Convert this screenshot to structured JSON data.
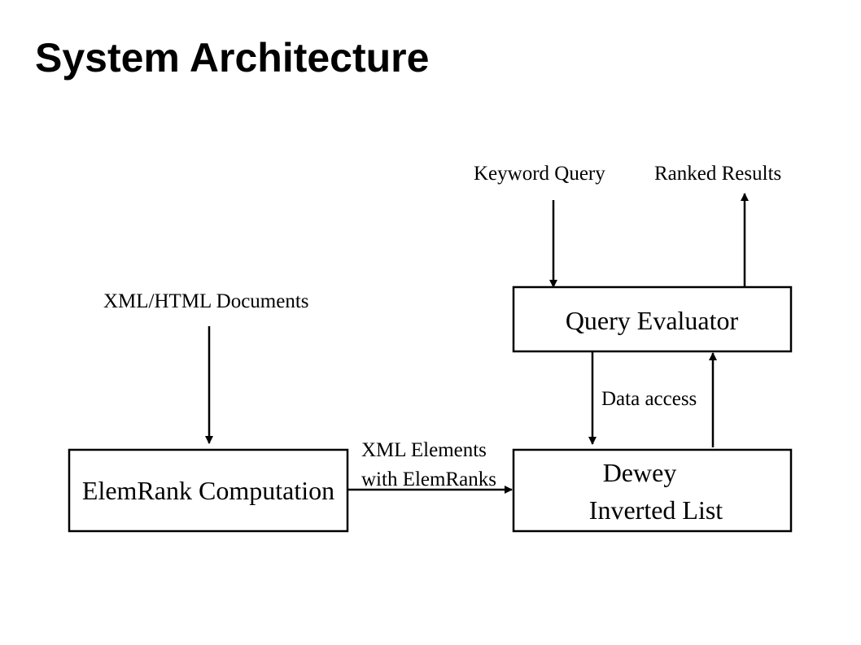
{
  "slide": {
    "title": "System Architecture"
  },
  "diagram": {
    "inputs": {
      "documents": "XML/HTML Documents",
      "keyword_query": "Keyword Query"
    },
    "outputs": {
      "ranked_results": "Ranked Results"
    },
    "nodes": {
      "query_evaluator": "Query Evaluator",
      "elemrank_computation": "ElemRank Computation",
      "inverted_list_line1": "Dewey",
      "inverted_list_line2": "Inverted List"
    },
    "edges": {
      "elements_line1": "XML Elements",
      "elements_line2": "with ElemRanks",
      "data_access": "Data access"
    }
  }
}
